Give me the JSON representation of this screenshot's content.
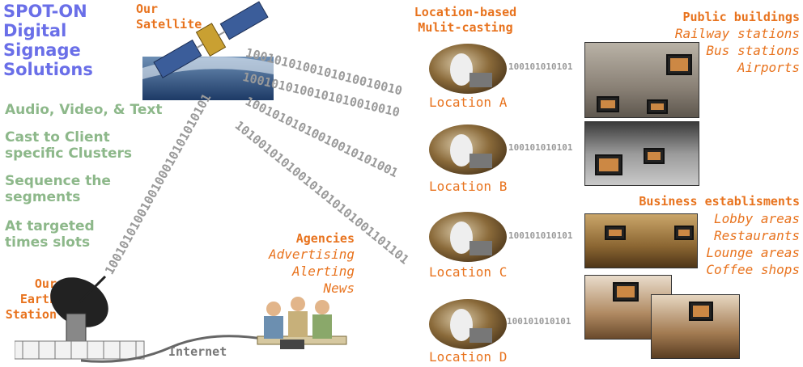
{
  "brand": {
    "lines": [
      "SPOT-ON",
      "Digital",
      "Signage",
      "Solutions"
    ]
  },
  "features": [
    "Audio, Video, & Text",
    "Cast to Client specific Clusters",
    "Sequence the segments",
    "At targeted times slots"
  ],
  "satellite": {
    "label_lines": [
      "Our",
      "Satellite"
    ]
  },
  "earth_station": {
    "label_lines": [
      "Our",
      "Earth",
      "Station"
    ]
  },
  "internet_label": "Internet",
  "agencies": {
    "title": "Agencies",
    "items": [
      "Advertising",
      "Alerting",
      "News"
    ]
  },
  "multicast": {
    "title_lines": [
      "Location-based",
      "Mulit-casting"
    ]
  },
  "beams": [
    "1001010100101010010010",
    "1001010100101010010010",
    "10010101010010010101001",
    "101001010100101010101001101101",
    "1001010100100100010101010101"
  ],
  "locations": [
    {
      "label": "Location A",
      "bits": "100101010101"
    },
    {
      "label": "Location B",
      "bits": "100101010101"
    },
    {
      "label": "Location C",
      "bits": "100101010101"
    },
    {
      "label": "Location D",
      "bits": "100101010101"
    }
  ],
  "public_buildings": {
    "title": "Public buildings",
    "items": [
      "Railway stations",
      "Bus stations",
      "Airports"
    ]
  },
  "business": {
    "title": "Business establisments",
    "items": [
      "Lobby areas",
      "Restaurants",
      "Lounge areas",
      "Coffee shops"
    ]
  },
  "colors": {
    "brand": "#6a6fe8",
    "feature": "#8db88a",
    "accent": "#e8731e",
    "bits": "#9a9a9a"
  }
}
